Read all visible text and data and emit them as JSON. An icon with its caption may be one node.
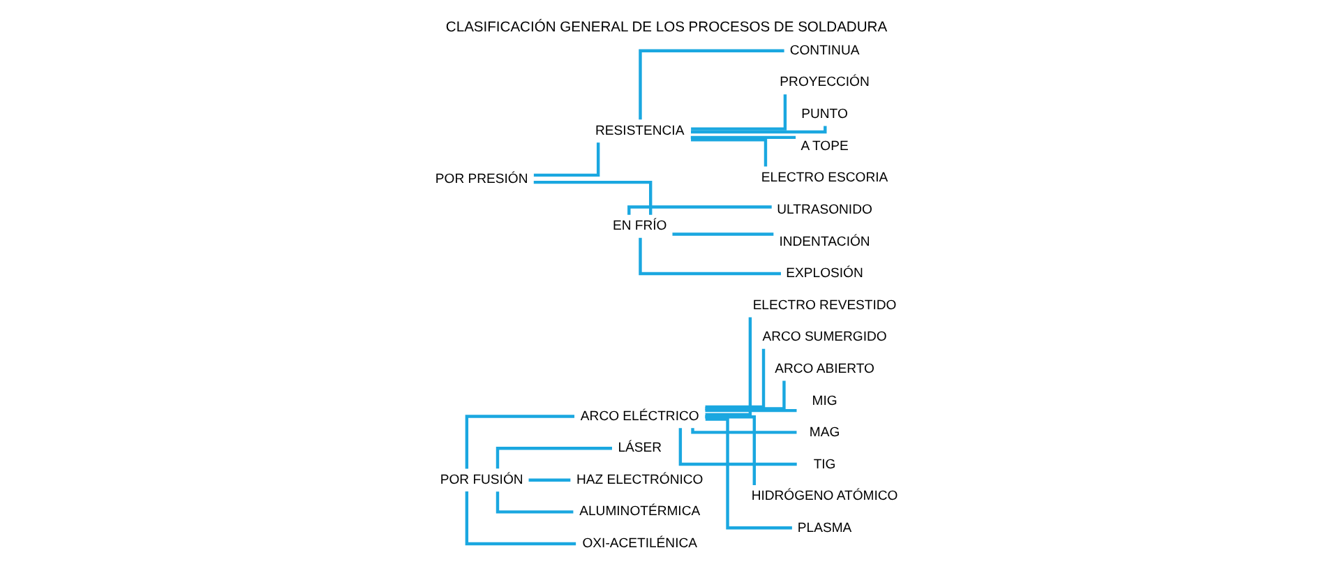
{
  "diagram": {
    "title": "CLASIFICACIÓN GENERAL DE LOS PROCESOS DE SOLDADURA",
    "nodes": [
      {
        "text": [
          "POR FUSIÓN"
        ]
      },
      {
        "text": [
          "ARCO ELÉCTRICO"
        ]
      },
      {
        "text": [
          "LÁSER"
        ]
      },
      {
        "text": [
          "HAZ ELECTRÓNICO"
        ]
      },
      {
        "text": [
          "ALUMINOTÉRMICA"
        ]
      },
      {
        "text": [
          "OXI-ACETILÉNICA"
        ]
      },
      {
        "text": [
          "ELECTRO REVESTIDO"
        ]
      },
      {
        "text": [
          "ARCO SUMERGIDO"
        ]
      },
      {
        "text": [
          "ARCO ABIERTO"
        ]
      },
      {
        "text": [
          "MIG"
        ]
      },
      {
        "text": [
          "MAG"
        ]
      },
      {
        "text": [
          "TIG"
        ]
      },
      {
        "text": [
          "HIDRÓGENO ATÓMICO"
        ]
      },
      {
        "text": [
          "PLASMA"
        ]
      },
      {
        "text": [
          "POR PRESIÓN"
        ]
      },
      {
        "text": [
          "RESISTENCIA"
        ]
      },
      {
        "text": [
          "CONTINUA"
        ]
      },
      {
        "text": [
          "PROYECCIÓN"
        ]
      },
      {
        "text": [
          "PUNTO"
        ]
      },
      {
        "text": [
          "A TOPE"
        ]
      },
      {
        "text": [
          "ELECTRO ESCORIA"
        ]
      },
      {
        "text": [
          "EN FRÍO"
        ]
      },
      {
        "text": [
          "ULTRASONIDO"
        ]
      },
      {
        "text": [
          "INDENTACIÓN"
        ]
      },
      {
        "text": [
          "EXPLOSIÓN"
        ]
      }
    ],
    "edges": [
      {
        "from": 0,
        "to": 1,
        "arrow": "none"
      },
      {
        "from": 0,
        "to": 2,
        "arrow": "none"
      },
      {
        "from": 0,
        "to": 3,
        "arrow": "none"
      },
      {
        "from": 0,
        "to": 4,
        "arrow": "none"
      },
      {
        "from": 0,
        "to": 5,
        "arrow": "none"
      },
      {
        "from": 1,
        "to": 6,
        "arrow": "none"
      },
      {
        "from": 1,
        "to": 7,
        "arrow": "none"
      },
      {
        "from": 1,
        "to": 8,
        "arrow": "none"
      },
      {
        "from": 1,
        "to": 9,
        "arrow": "none"
      },
      {
        "from": 1,
        "to": 10,
        "arrow": "none"
      },
      {
        "from": 1,
        "to": 11,
        "arrow": "none"
      },
      {
        "from": 1,
        "to": 12,
        "arrow": "none"
      },
      {
        "from": 1,
        "to": 13,
        "arrow": "none"
      },
      {
        "from": 14,
        "to": 15,
        "arrow": "none"
      },
      {
        "from": 14,
        "to": 21,
        "arrow": "none"
      },
      {
        "from": 15,
        "to": 16,
        "arrow": "none"
      },
      {
        "from": 15,
        "to": 17,
        "arrow": "none"
      },
      {
        "from": 15,
        "to": 18,
        "arrow": "none"
      },
      {
        "from": 15,
        "to": 19,
        "arrow": "none"
      },
      {
        "from": 15,
        "to": 20,
        "arrow": "none"
      },
      {
        "from": 21,
        "to": 22,
        "arrow": "none"
      },
      {
        "from": 21,
        "to": 23,
        "arrow": "none"
      },
      {
        "from": 21,
        "to": 24,
        "arrow": "none"
      }
    ]
  }
}
